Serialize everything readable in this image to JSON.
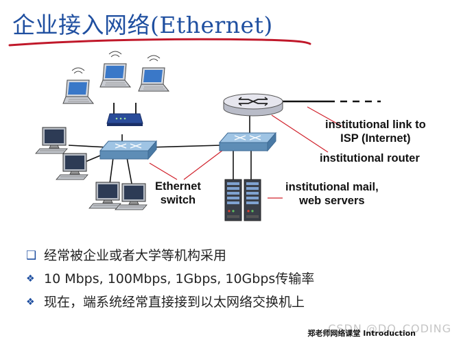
{
  "title": "企业接入网络(Ethernet)",
  "labels": {
    "institutional_link": [
      "institutional link to",
      "ISP (Internet)"
    ],
    "institutional_router": "institutional router",
    "mail_servers": [
      "institutional mail,",
      "web servers"
    ],
    "ethernet_switch": [
      "Ethernet",
      "switch"
    ]
  },
  "bullets": [
    {
      "marker": "square",
      "text": "经常被企业或者大学等机构采用"
    },
    {
      "marker": "diamond",
      "text": "10 Mbps, 100Mbps, 1Gbps, 10Gbps传输率"
    },
    {
      "marker": "diamond",
      "text": "现在，端系统经常直接接到以太网络交换机上"
    }
  ],
  "footer": "郑老师网络课堂 Introduction",
  "watermark": "CSDN @DQ_CODING",
  "colors": {
    "title": "#1f4fa0",
    "underline": "#c0182a",
    "pointer": "#d0202a",
    "switch_top": "#9fc4e4",
    "switch_side": "#5e8db6",
    "router": "#e6e6ee"
  },
  "icons": [
    "laptop-icon",
    "wireless-router-icon",
    "desktop-computer-icon",
    "ethernet-switch-icon",
    "router-icon",
    "server-icon"
  ]
}
